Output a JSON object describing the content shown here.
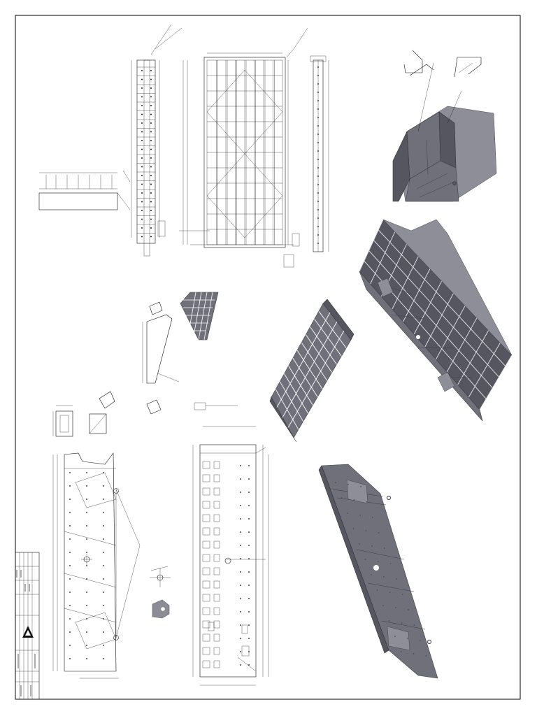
{
  "sheet": {
    "border_color": "#000000",
    "line_color": "#111111",
    "render_color": "#6f7079",
    "render_dark": "#55565f",
    "render_light": "#8d8e97"
  },
  "title_block": {
    "logo_icon": "triangle-logo-icon"
  },
  "views": [
    {
      "id": "top-frame-side",
      "kind": "orthographic"
    },
    {
      "id": "top-frame-plan",
      "kind": "orthographic"
    },
    {
      "id": "top-frame-end",
      "kind": "orthographic"
    },
    {
      "id": "bracket-details",
      "kind": "detail"
    },
    {
      "id": "rib-panel",
      "kind": "orthographic"
    },
    {
      "id": "side-plate-left",
      "kind": "orthographic"
    },
    {
      "id": "side-plate-right",
      "kind": "orthographic"
    },
    {
      "id": "hook-plate",
      "kind": "detail"
    },
    {
      "id": "iso-corner-detail",
      "kind": "render"
    },
    {
      "id": "iso-full-assembly",
      "kind": "render"
    },
    {
      "id": "iso-deck",
      "kind": "render"
    },
    {
      "id": "iso-grid-detail",
      "kind": "render"
    },
    {
      "id": "iso-side-plate",
      "kind": "render"
    }
  ]
}
